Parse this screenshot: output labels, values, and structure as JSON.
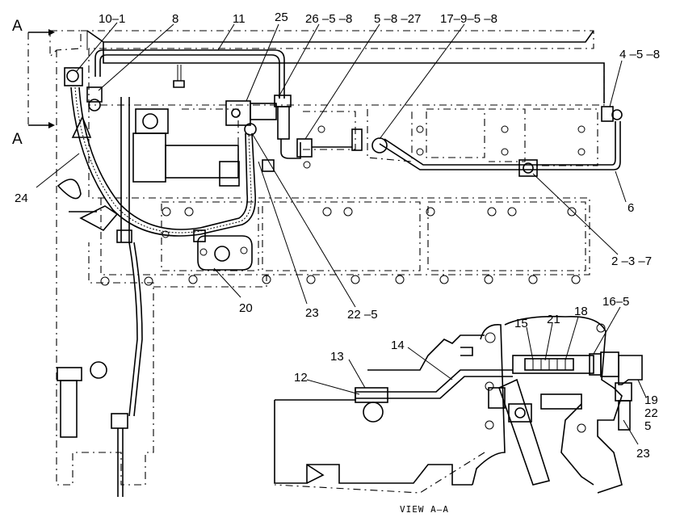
{
  "section_marker": "A",
  "callouts": {
    "c10_1": "10–1",
    "c8": "8",
    "c11": "11",
    "c25": "25",
    "c26_5_8": "26 –5 –8",
    "c5_8_27": "5 –8 –27",
    "c17_9_5_8": "17–9–5 –8",
    "c4_5_8": "4 –5 –8",
    "c6": "6",
    "c2_3_7": "2 –3 –7",
    "c24": "24",
    "c20": "20",
    "c23_top": "23",
    "c22_5": "22 –5",
    "c16_5": "16–5",
    "c15": "15",
    "c21": "21",
    "c18": "18",
    "c14": "14",
    "c13": "13",
    "c12": "12",
    "c19": "19",
    "c22": "22",
    "c5": "5",
    "c23_bottom": "23"
  },
  "caption": "VIEW A–A"
}
